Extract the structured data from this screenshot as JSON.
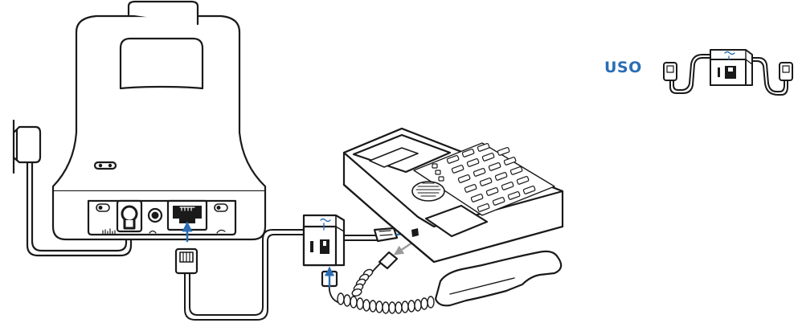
{
  "label_uso": "USO",
  "colors": {
    "line": "#1a1a1a",
    "fill_light": "#ffffff",
    "fill_gray": "#f2f2f2",
    "fill_dark": "#1a1a1a",
    "accent_blue": "#2a6db5",
    "arrow_gray": "#9a9a9a"
  },
  "icons": {
    "base_device": "headset-base-station",
    "power_adapter": "power-adapter-icon",
    "telephone": "desk-telephone",
    "handset": "telephone-handset",
    "splitter": "modular-splitter-icon",
    "cable": "coil-cord",
    "plug": "rj-connector-icon"
  }
}
